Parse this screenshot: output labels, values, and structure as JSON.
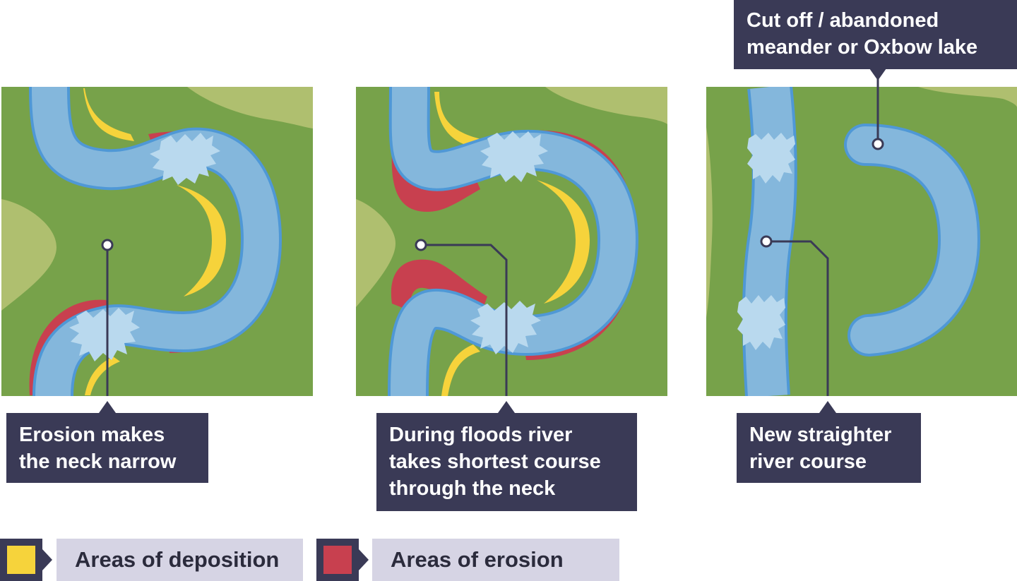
{
  "callouts": {
    "neck": {
      "lines": [
        "Erosion makes",
        "the neck narrow"
      ]
    },
    "flood": {
      "lines": [
        "During floods river",
        "takes shortest course",
        "through the neck"
      ]
    },
    "straight": {
      "lines": [
        "New straighter",
        "river course"
      ]
    },
    "oxbow": {
      "lines": [
        "Cut off / abandoned",
        "meander or Oxbow lake"
      ]
    }
  },
  "legend": {
    "deposition": {
      "label": "Areas of deposition",
      "color": "#f6d33b"
    },
    "erosion": {
      "label": "Areas of erosion",
      "color": "#c8404f"
    }
  },
  "colors": {
    "land": "#77a24a",
    "land_light": "#afbf6f",
    "river": "#84b7dc",
    "river_edge": "#4f98d6",
    "rapids": "#b9d9ee",
    "callout_bg": "#3a3a56",
    "legend_bg": "#d6d4e4"
  }
}
